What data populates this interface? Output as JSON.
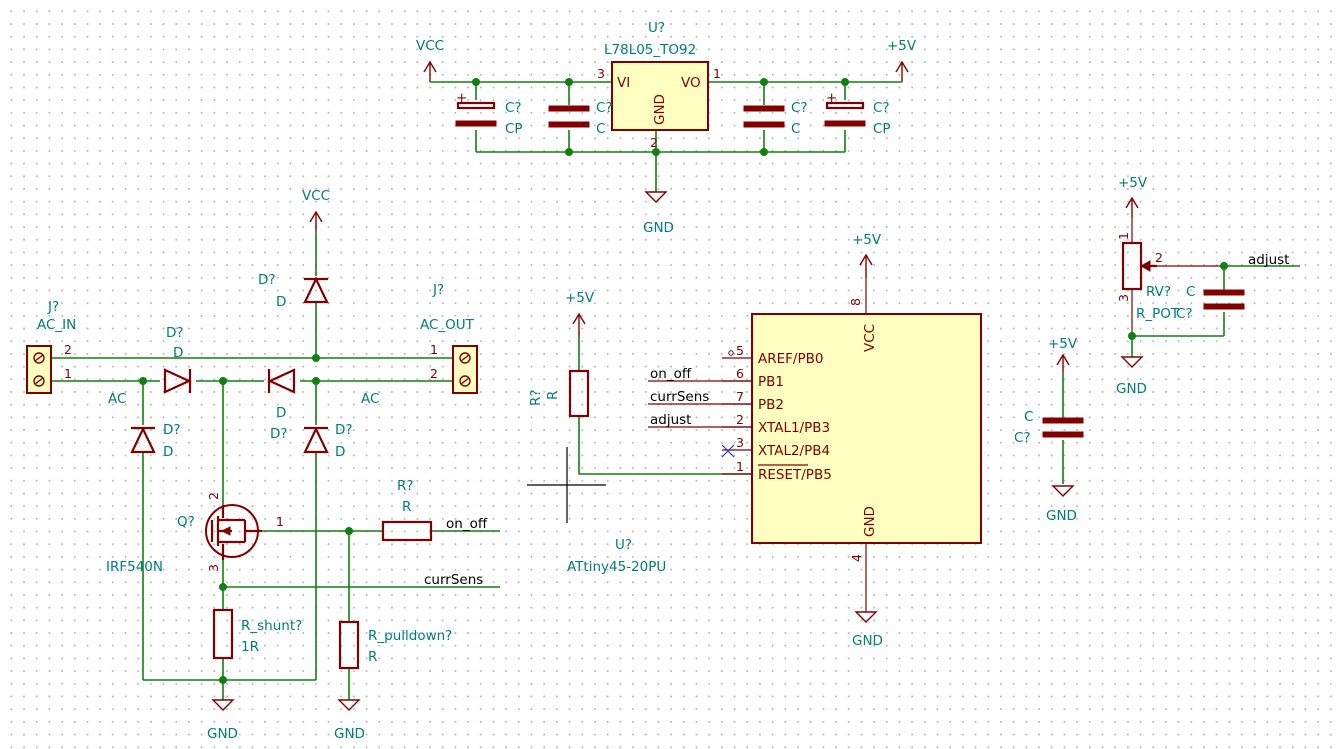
{
  "power": {
    "vcc": "VCC",
    "v5": "+5V",
    "gnd": "GND"
  },
  "regulator": {
    "ref": "U?",
    "value": "L78L05_TO92",
    "pin_vi": "VI",
    "pin_vo": "VO",
    "pin_gnd": "GND",
    "num_vi": "3",
    "num_vo": "1",
    "num_gnd": "2",
    "caps": [
      {
        "ref": "C?",
        "value": "CP",
        "plus": "+"
      },
      {
        "ref": "C?",
        "value": "C"
      },
      {
        "ref": "C?",
        "value": "C"
      },
      {
        "ref": "C?",
        "value": "CP",
        "plus": "+"
      }
    ]
  },
  "rectifier": {
    "diode_top_ref": "D?",
    "diode_top_val": "D",
    "diode_left_ref": "D?",
    "diode_left_val": "D",
    "diode_mid_ref": "D",
    "diode_mid_val": "D?",
    "diode_lower_left_ref": "D?",
    "diode_lower_left_val": "D",
    "diode_lower_right_ref": "D?",
    "diode_lower_right_val": "D",
    "ac_left": "AC",
    "ac_right": "AC"
  },
  "connectors": {
    "in_ref": "J?",
    "in_value": "AC_IN",
    "in_pin2": "2",
    "in_pin1": "1",
    "out_ref": "J?",
    "out_value": "AC_OUT",
    "out_pin1": "1",
    "out_pin2": "2"
  },
  "mosfet": {
    "ref": "Q?",
    "value": "IRF540N",
    "pin_d": "2",
    "pin_g": "1",
    "pin_s": "3"
  },
  "resistors": {
    "gate_ref": "R?",
    "gate_val": "R",
    "shunt_ref": "R_shunt?",
    "shunt_val": "1R",
    "pulldown_ref": "R_pulldown?",
    "pulldown_val": "R",
    "reset_ref": "R?",
    "reset_val": "R"
  },
  "nets": {
    "on_off": "on_off",
    "curr_sens": "currSens",
    "adjust": "adjust"
  },
  "mcu": {
    "ref": "U?",
    "value": "ATtiny45-20PU",
    "vcc_label": "VCC",
    "gnd_label": "GND",
    "vcc_pin": "8",
    "gnd_pin": "4",
    "pins": [
      {
        "num": "5",
        "name": "AREF/PB0"
      },
      {
        "num": "6",
        "name": "PB1"
      },
      {
        "num": "7",
        "name": "PB2"
      },
      {
        "num": "2",
        "name": "XTAL1/PB3"
      },
      {
        "num": "3",
        "name": "XTAL2/PB4"
      },
      {
        "num": "1",
        "name": "RESET/PB5"
      }
    ],
    "reset_overbar": "RESET"
  },
  "decoupling": {
    "ref": "C?",
    "value": "C"
  },
  "pot": {
    "ref": "RV?",
    "value": "R_POT",
    "pin1": "1",
    "pin2": "2",
    "pin3": "3",
    "cap_ref": "C?",
    "cap_val": "C"
  }
}
